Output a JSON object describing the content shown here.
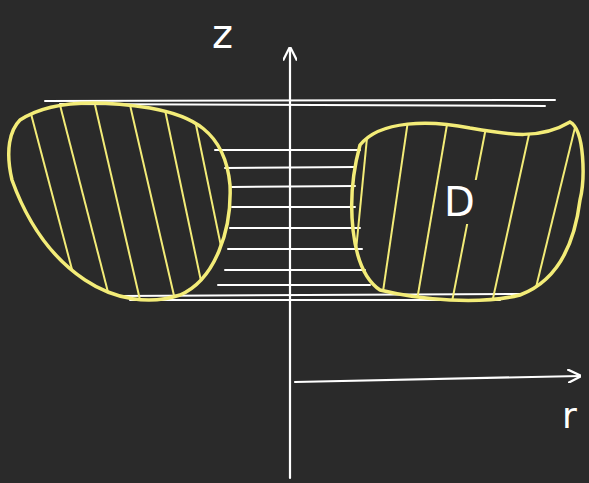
{
  "diagram": {
    "nodes": [
      {
        "text": [
          "D"
        ]
      }
    ],
    "labels": [
      "z",
      "r"
    ]
  }
}
